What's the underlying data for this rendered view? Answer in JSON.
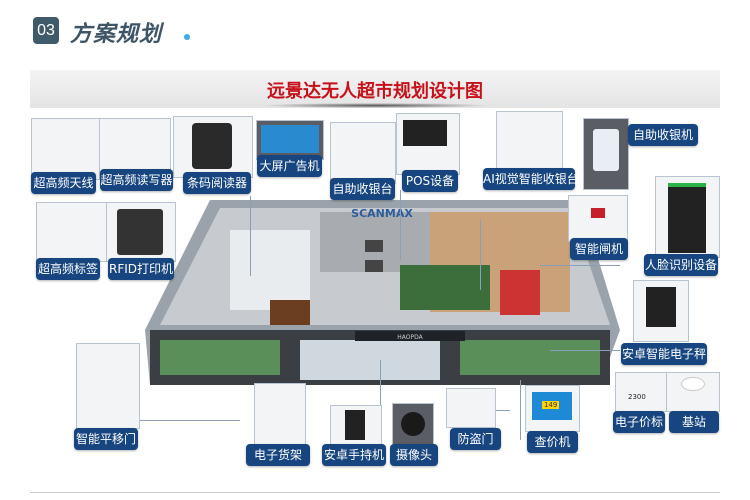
{
  "header": {
    "number": "03",
    "title": "方案规划"
  },
  "banner": {
    "title": "远景达无人超市规划设计图"
  },
  "store": {
    "brand": "SCANMAX"
  },
  "devices": [
    {
      "id": "uhf-antenna",
      "label": "超高频天线"
    },
    {
      "id": "uhf-reader",
      "label": "超高频读写器"
    },
    {
      "id": "barcode-reader",
      "label": "条码阅读器"
    },
    {
      "id": "ad-screen",
      "label": "大屏广告机"
    },
    {
      "id": "self-checkout-counter",
      "label": "自助收银台"
    },
    {
      "id": "pos",
      "label": "POS设备"
    },
    {
      "id": "ai-checkout",
      "label": "AI视觉智能收银台"
    },
    {
      "id": "self-checkout-machine",
      "label": "自助收银机"
    },
    {
      "id": "uhf-tag",
      "label": "超高频标签"
    },
    {
      "id": "rfid-printer",
      "label": "RFID打印机"
    },
    {
      "id": "smart-gate",
      "label": "智能闸机"
    },
    {
      "id": "face-recognition",
      "label": "人脸识别设备"
    },
    {
      "id": "android-scale",
      "label": "安卓智能电子秤"
    },
    {
      "id": "sliding-door",
      "label": "智能平移门"
    },
    {
      "id": "electronic-shelf",
      "label": "电子货架"
    },
    {
      "id": "android-handheld",
      "label": "安卓手持机"
    },
    {
      "id": "camera",
      "label": "摄像头"
    },
    {
      "id": "anti-theft-door",
      "label": "防盗门"
    },
    {
      "id": "price-checker",
      "label": "查价机"
    },
    {
      "id": "e-price-tag",
      "label": "电子价标"
    },
    {
      "id": "base-station",
      "label": "基站"
    }
  ],
  "price_checker_screen": "149",
  "price_tag_value": "2300"
}
